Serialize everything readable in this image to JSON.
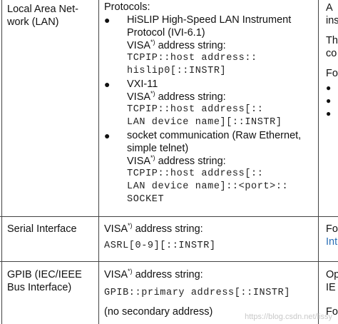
{
  "rows": {
    "lan": {
      "label_line1": "Local Area Net-",
      "label_line2": "work (LAN)",
      "protocols_heading": "Protocols:",
      "items": [
        {
          "name_line1": "HiSLIP High-Speed LAN Instrument",
          "name_line2": "Protocol (IVI-6.1)",
          "visa_label": "VISA",
          "visa_sup": "*)",
          "visa_suffix": " address string:",
          "code_line1": "TCPIP::host address::",
          "code_line2": "hislip0[::INSTR]",
          "code_line3": ""
        },
        {
          "name_line1": "VXI-11",
          "name_line2": "",
          "visa_label": "VISA",
          "visa_sup": "*)",
          "visa_suffix": " address string:",
          "code_line1": "TCPIP::host address[::",
          "code_line2": "LAN device name][::INSTR]",
          "code_line3": ""
        },
        {
          "name_line1": "socket communication (Raw Ethernet,",
          "name_line2": "simple telnet)",
          "visa_label": "VISA",
          "visa_sup": "*)",
          "visa_suffix": " address string:",
          "code_line1": "TCPIP::host address[::",
          "code_line2": "LAN device name]::<port>::",
          "code_line3": "SOCKET"
        }
      ],
      "right_frag": [
        "A",
        "ins",
        "Th",
        "co",
        "Fo"
      ]
    },
    "serial": {
      "label": "Serial Interface",
      "visa_label": "VISA",
      "visa_sup": "*)",
      "visa_suffix": " address string:",
      "code": "ASRL[0-9][::INSTR]",
      "right_frag": [
        "Fo",
        "Int"
      ]
    },
    "gpib": {
      "label_line1": "GPIB (IEC/IEEE",
      "label_line2": "Bus Interface)",
      "visa_label": "VISA",
      "visa_sup": "*)",
      "visa_suffix": " address string:",
      "code": "GPIB::primary address[::INSTR]",
      "note": "(no secondary address)",
      "right_frag": [
        "Op",
        "IE",
        "Fo"
      ]
    }
  },
  "watermark": "https://blog.csdn.net/lissy"
}
